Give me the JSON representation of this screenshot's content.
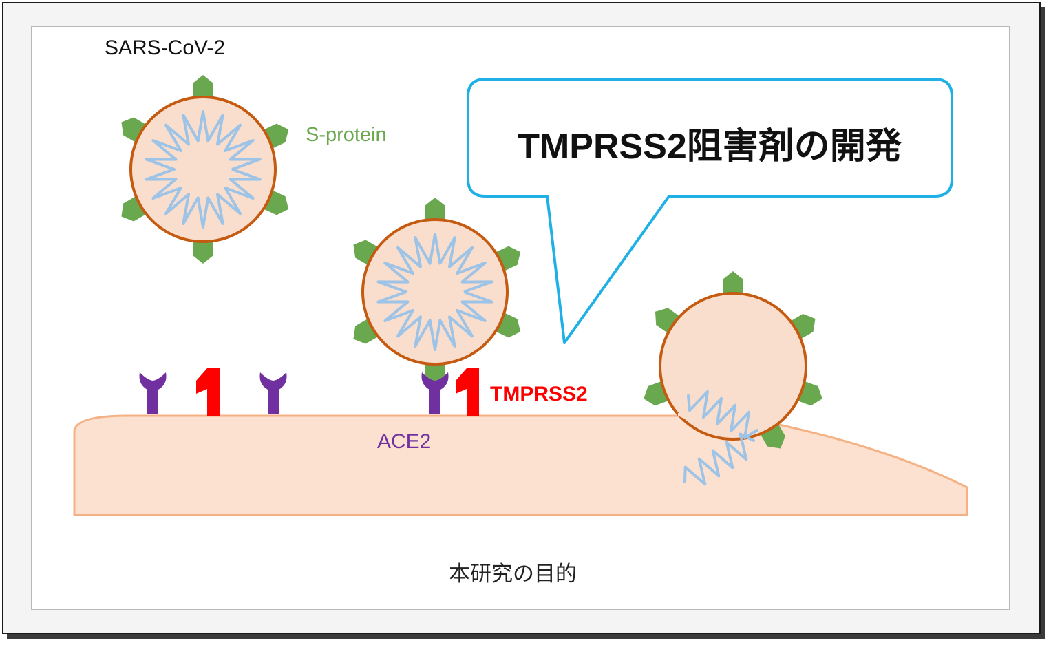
{
  "labels": {
    "virus": "SARS-CoV-2",
    "spike_protein": "S-protein",
    "protease": "TMPRSS2",
    "receptor": "ACE2"
  },
  "callout": {
    "text": "TMPRSS2阻害剤の開発"
  },
  "caption": "本研究の目的",
  "colors": {
    "cell_fill": "#fce0d0",
    "cell_outline": "#f4b183",
    "virus_envelope": "#c55a11",
    "virus_fill": "#f9dece",
    "spike": "#6aa84f",
    "rna": "#9dc3e6",
    "receptor": "#7030a0",
    "protease": "#ff0000",
    "callout_border": "#1fb0e6"
  },
  "icons": {
    "virus": "virus-particle-icon",
    "receptor": "ace2-receptor-icon",
    "protease": "tmprss2-protease-icon"
  }
}
